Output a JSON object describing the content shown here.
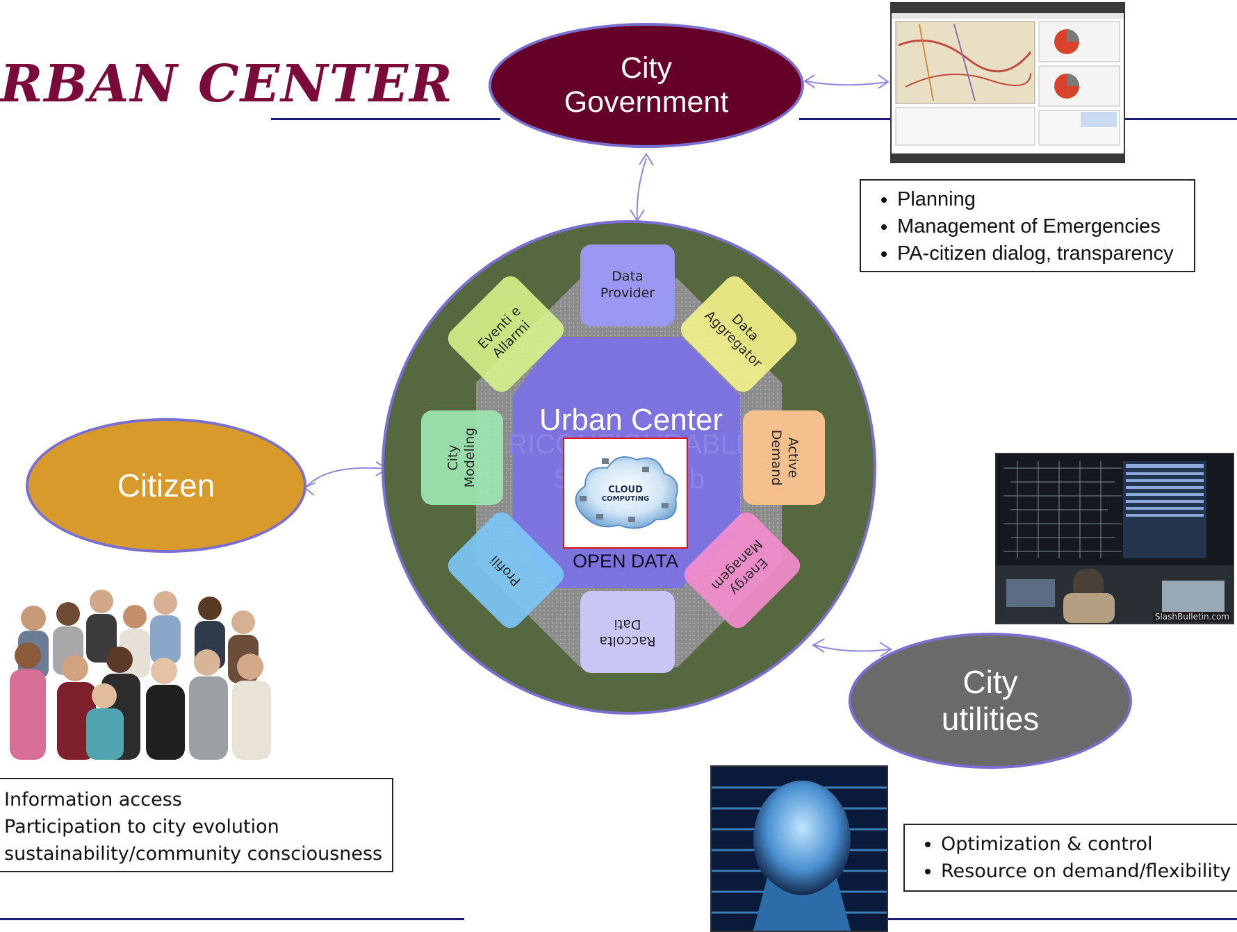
{
  "title": "RBAN CENTER",
  "nodes": {
    "government": {
      "line1": "City",
      "line2": "Government"
    },
    "citizen": {
      "label": "Citizen"
    },
    "utilities": {
      "line1": "City",
      "line2": "utilities"
    }
  },
  "hub": {
    "title": "Urban Center",
    "ghost_line1": "RICONFIGURABLE",
    "ghost_line2": "Service Hub",
    "cloud_line1": "CLOUD",
    "cloud_line2": "COMPUTING",
    "open_data": "OPEN DATA"
  },
  "modules": [
    {
      "id": "data-provider",
      "lines": [
        "Data",
        "Provider"
      ],
      "color": "#9a98f2"
    },
    {
      "id": "data-aggregator",
      "lines": [
        "Data",
        "Aggregator"
      ],
      "color": "#f4f38a"
    },
    {
      "id": "active-demand",
      "lines": [
        "Active",
        "Demand"
      ],
      "color": "#f6c08e"
    },
    {
      "id": "energy-management",
      "lines": [
        "Energy",
        "Managem"
      ],
      "color": "#f38ccd"
    },
    {
      "id": "raccolta-dati",
      "lines": [
        "Raccolta",
        "Dati"
      ],
      "color": "#c9c6f6"
    },
    {
      "id": "profili",
      "lines": [
        "Profili"
      ],
      "color": "#7cc6f5"
    },
    {
      "id": "city-modeling",
      "lines": [
        "City",
        "Modeling"
      ],
      "color": "#9ee6b2"
    },
    {
      "id": "eventi-allarmi",
      "lines": [
        "Eventi e",
        "Allarmi"
      ],
      "color": "#d7f28c"
    }
  ],
  "government_box": {
    "items": [
      "Planning",
      "Management of Emergencies",
      "PA-citizen dialog, transparency"
    ]
  },
  "citizen_box": {
    "items": [
      "Information access",
      "Participation to city evolution",
      "sustainability/community consciousness"
    ]
  },
  "utilities_box": {
    "items": [
      "Optimization & control",
      "Resource on demand/flexibility"
    ]
  },
  "colors": {
    "government": "#650028",
    "citizen": "#d99a2c",
    "utilities": "#6a6a6a",
    "hub_ring": "#55683f",
    "hub_core": "#7d73df",
    "outline": "#7a6fd0",
    "rule": "#1e1b78"
  },
  "photo_watermark": "SlashBulletin.com"
}
